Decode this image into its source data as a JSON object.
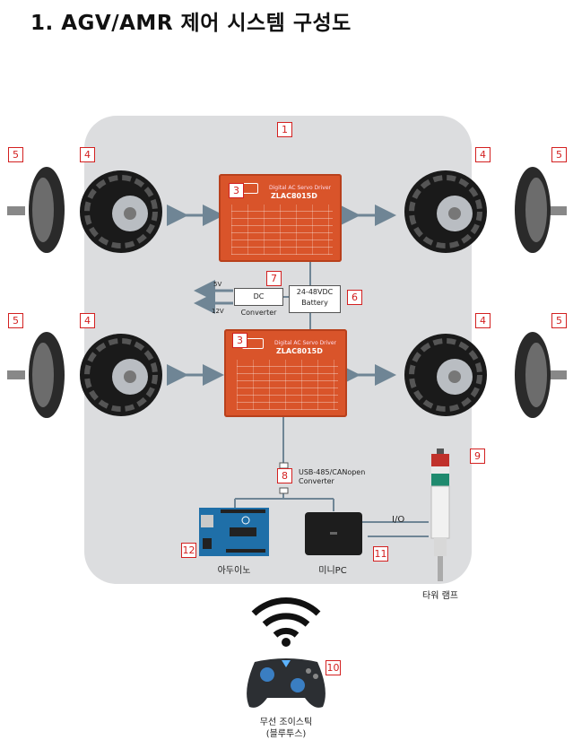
{
  "title": "1. AGV/AMR 제어 시스템 구성도",
  "callouts": {
    "system": "1",
    "motor": "5",
    "wheel": "4",
    "driver": "3",
    "dc_converter": "7",
    "battery": "6",
    "usb_converter": "8",
    "tower_lamp": "9",
    "mini_pc": "11",
    "arduino": "12",
    "joystick": "10"
  },
  "driver": {
    "brand": "Digital AC Servo Driver",
    "model": "ZLAC8015D",
    "logo": "ZLTECH"
  },
  "power": {
    "dc_converter_label": "DC Converter",
    "battery_voltage": "24-48VDC",
    "battery_label": "Battery",
    "out_5v": "5V",
    "out_12v": "12V"
  },
  "converter_label_line1": "USB-485/CANopen",
  "converter_label_line2": "Converter",
  "io_label": "I/O",
  "labels": {
    "arduino": "아두이노",
    "mini_pc": "미니PC",
    "tower_lamp": "타워 램프",
    "joystick_line1": "무선 조이스틱",
    "joystick_line2": "(블루투스)"
  },
  "colors": {
    "driver": "#d9542a",
    "panel": "#dcdddf",
    "callout": "#d32020",
    "arrow": "#6f8595"
  }
}
